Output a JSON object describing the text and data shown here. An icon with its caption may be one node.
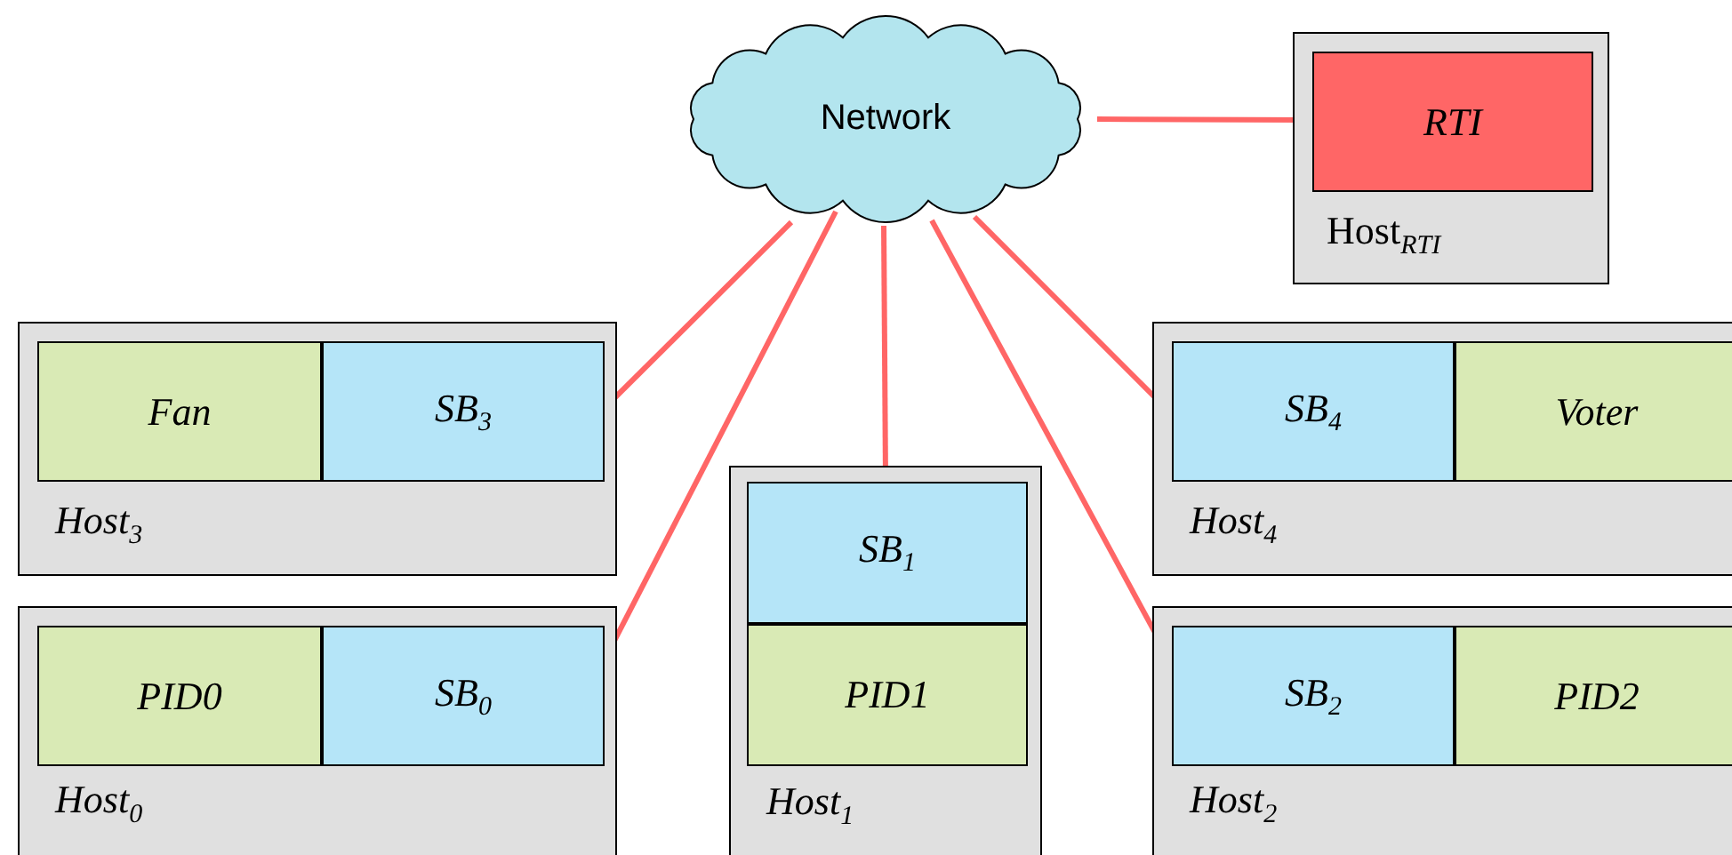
{
  "diagram": {
    "nodes": [
      {
        "text": [
          "Network"
        ]
      },
      {
        "text": [
          "Host$_{RTI}$"
        ]
      },
      {
        "text": [
          "RTI"
        ],
        "in": 1
      },
      {
        "text": [
          "Host$_{3}$"
        ]
      },
      {
        "text": [
          "Fan"
        ],
        "in": 3
      },
      {
        "text": [
          "SB$_{3}$"
        ],
        "in": 3
      },
      {
        "text": [
          "Host$_{4}$"
        ]
      },
      {
        "text": [
          "SB$_{4}$"
        ],
        "in": 6
      },
      {
        "text": [
          "Voter"
        ],
        "in": 6
      },
      {
        "text": [
          "Host$_{0}$"
        ]
      },
      {
        "text": [
          "PID0"
        ],
        "in": 9
      },
      {
        "text": [
          "SB$_{0}$"
        ],
        "in": 9
      },
      {
        "text": [
          "Host$_{1}$"
        ]
      },
      {
        "text": [
          "SB$_{1}$"
        ],
        "in": 12
      },
      {
        "text": [
          "PID1"
        ],
        "in": 12
      },
      {
        "text": [
          "Host$_{2}$"
        ]
      },
      {
        "text": [
          "SB$_{2}$"
        ],
        "in": 15
      },
      {
        "text": [
          "PID2"
        ],
        "in": 15
      }
    ],
    "edges": [
      {
        "from": 0,
        "to": 2,
        "arrow": "none",
        "color": "#ff6666"
      },
      {
        "from": 0,
        "to": 5,
        "arrow": "none",
        "color": "#ff6666"
      },
      {
        "from": 0,
        "to": 11,
        "arrow": "none",
        "color": "#ff6666"
      },
      {
        "from": 0,
        "to": 13,
        "arrow": "none",
        "color": "#ff6666"
      },
      {
        "from": 0,
        "to": 7,
        "arrow": "none",
        "color": "#ff6666"
      },
      {
        "from": 0,
        "to": 16,
        "arrow": "none",
        "color": "#ff6666"
      }
    ]
  }
}
